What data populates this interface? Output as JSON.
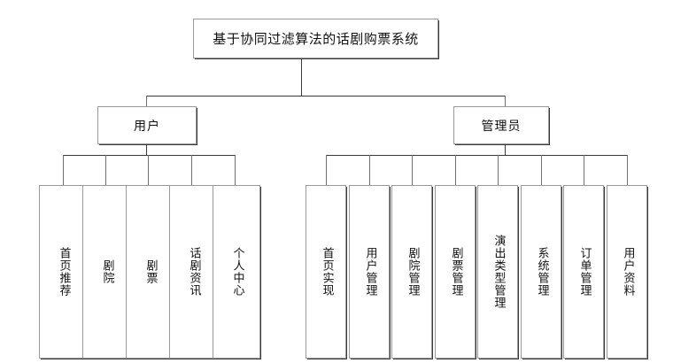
{
  "diagram": {
    "type": "organization-tree",
    "title_node": {
      "label": "基于协同过滤算法的话剧购票系统"
    },
    "level2": [
      {
        "id": "user",
        "label": "用户"
      },
      {
        "id": "admin",
        "label": "管理员"
      }
    ],
    "user_leaves": [
      {
        "label": "首页推荐"
      },
      {
        "label": "剧院"
      },
      {
        "label": "剧票"
      },
      {
        "label": "话剧资讯"
      },
      {
        "label": "个人中心"
      }
    ],
    "admin_leaves": [
      {
        "label": "首页实现"
      },
      {
        "label": "用户管理"
      },
      {
        "label": "剧院管理"
      },
      {
        "label": "剧票管理"
      },
      {
        "label": "演出类型管理"
      },
      {
        "label": "系统管理"
      },
      {
        "label": "订单管理"
      },
      {
        "label": "用户资料"
      }
    ],
    "colors": {
      "background": "#ffffff",
      "box_fill": "#ffffff",
      "box_border": "#9a9a9a",
      "box_shadow": "#3a3a3a",
      "line": "#3a3a3a",
      "text": "#111111"
    }
  }
}
